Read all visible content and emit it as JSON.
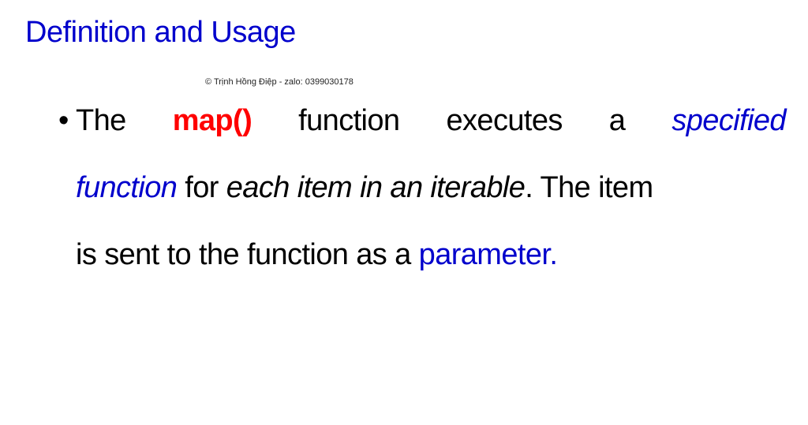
{
  "slide": {
    "title": "Definition and Usage",
    "watermark": "© Trịnh Hồng Điệp - zalo: 0399030178",
    "bullet_symbol": "•",
    "colors": {
      "title": "#0000cc",
      "highlight_red": "#ff0000",
      "highlight_blue": "#0000cc",
      "body": "#000000",
      "background": "#ffffff"
    },
    "bullet": {
      "line1": {
        "w1": "The",
        "w2": "map()",
        "w3": "function",
        "w4": "executes",
        "w5": "a",
        "w6": "specified"
      },
      "line2": {
        "s1": "function",
        "s2": " for ",
        "s3": "each item in an iterable",
        "s4": ". The item"
      },
      "line3": {
        "s1": "is sent to the function as a ",
        "s2": "parameter."
      }
    }
  }
}
